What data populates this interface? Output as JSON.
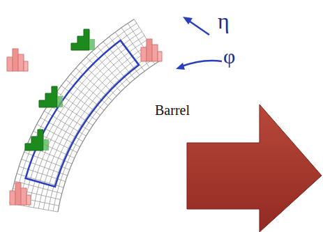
{
  "diagram": {
    "labels": [
      "η",
      "φ",
      "Barrel"
    ]
  }
}
